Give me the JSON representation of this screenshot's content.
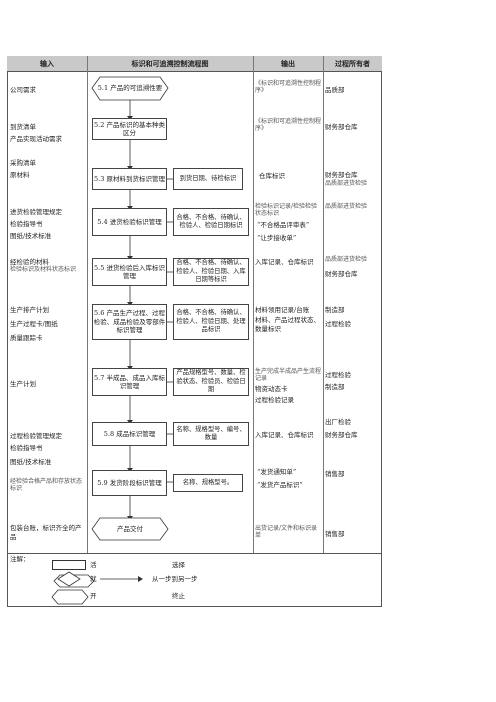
{
  "columns": {
    "input": "输入",
    "process": "标识和可追溯控制流程图",
    "output": "输出",
    "owner": "过程所有者"
  },
  "inputs": [
    "公司需求",
    "到货清单",
    "产品实现活动需求",
    "采购清单",
    "原材料",
    "进货检验管理规定",
    "检验指导书",
    "图纸/技术标准",
    "经检验的材料",
    "检验标识及材料状态标识",
    "生产排产计划",
    "生产过程卡/图纸",
    "质量跟踪卡",
    "生产计划",
    "过程检验管理规定",
    "检验指导书",
    "图纸/技术标准",
    "经检验合格产品和存放状态标识",
    "包装台账，标识齐全的产品"
  ],
  "steps": [
    "5.1 产品的可追溯性要",
    "5.2 产品标识的基本种类区分",
    "5.3 原材料到货标识管理",
    "5.4 进货检验标识管理",
    "5.5 进货检验后入库标识管理",
    "5.6 产品生产过程、过程检验、成品检验及零部件标识管理",
    "5.7 半成品、成品入库标识管理",
    "5.8 成品标识管理",
    "5.9 发货阶段标识管理",
    "产品交付"
  ],
  "details": [
    "到货日期、待检标识",
    "合格、不合格、待确认、检验人、检验日期标识",
    "合格、不合格、待确认、检验人、检验日期、入库日期等标识",
    "合格、不合格、待确认、检验人、检验日期、处理品标识",
    "产品规格型号、数量、检验状态、检验员、检验日期",
    "名称、规格型号、编号、数量",
    "名称、规格型号。"
  ],
  "outputs": [
    "《标识和可追溯性控制程序》",
    "《标识和可追溯性控制程序》",
    "仓库标识",
    "检验标识记录/检验检验状态标识",
    "“不合格品评审表”",
    "“让步接收单”",
    "入库记录、仓库标识",
    "材料领用记录/台账",
    "材料、产品过程状态、数量标识",
    "生产完成半成品产生流程记录",
    "物资动态卡",
    "过程检验记录",
    "入库记录、仓库标识",
    "“发货通知单”",
    "“发货产品标识”",
    "出货记录/文件和标识录单"
  ],
  "owners": [
    "品质部",
    "财务部仓库",
    "财务部仓库",
    "品质部进货检验",
    "品质部进货检验",
    "品质部进货检验",
    "财务部仓库",
    "制造部",
    "过程检验",
    "过程检验",
    "制造部",
    "出厂检验",
    "财务部仓库",
    "销售部",
    "销售部"
  ],
  "legend": {
    "title": "注解：",
    "activity": "活",
    "activity_desc": "选择",
    "decision": "就",
    "decision_desc": "从一步到另一步",
    "start": "开",
    "start_desc": "终止"
  }
}
